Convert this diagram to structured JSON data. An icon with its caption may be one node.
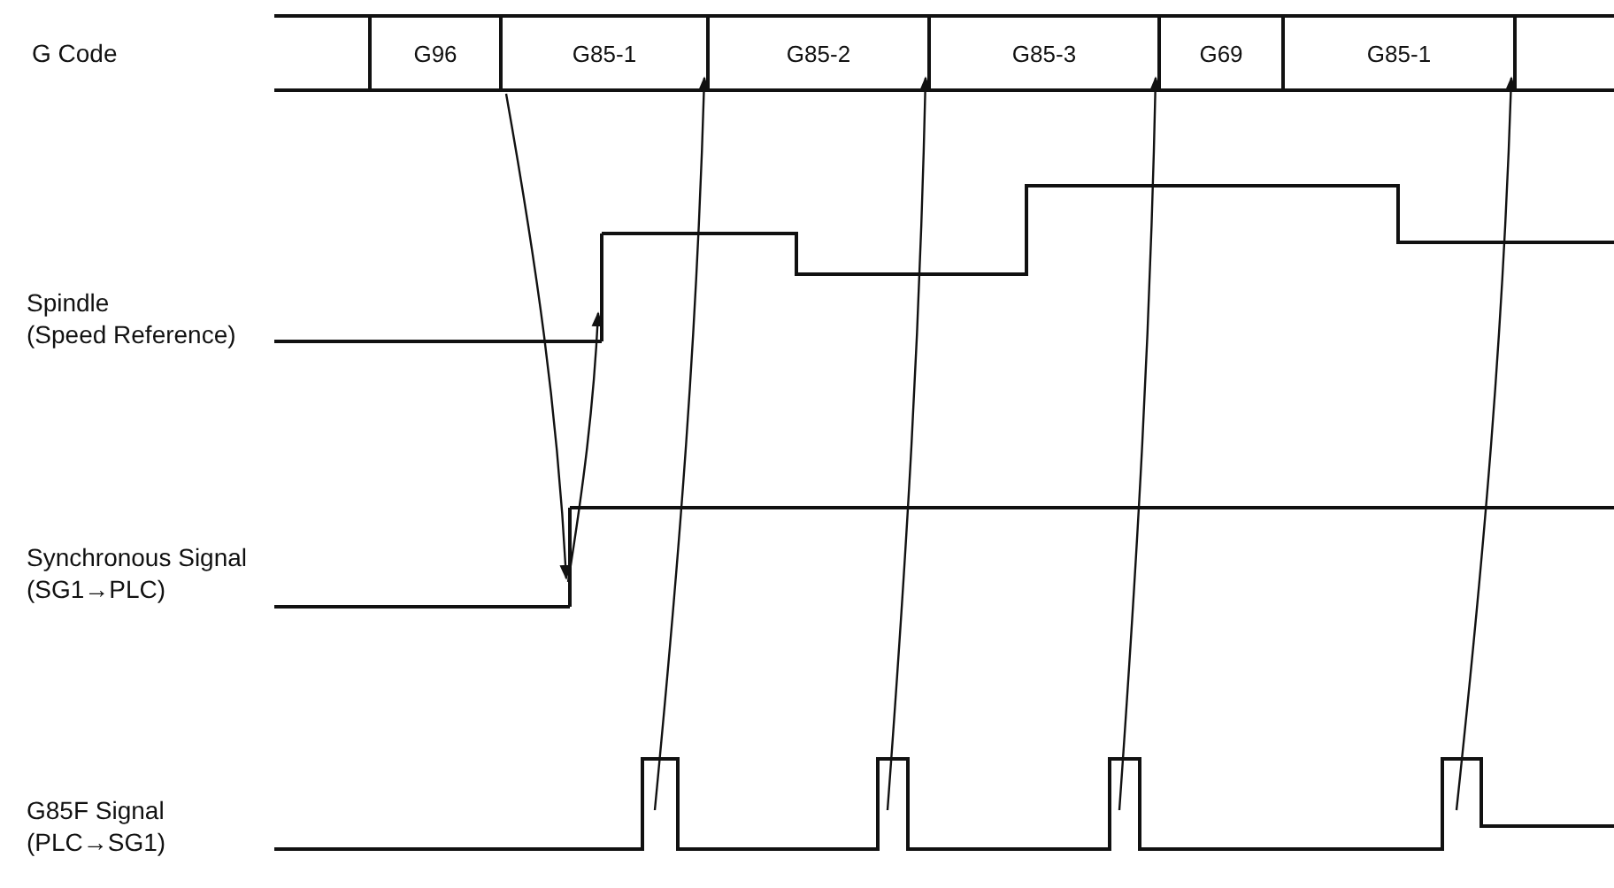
{
  "diagram": {
    "nodes": [
      {
        "text": [],
        "shape": "box"
      },
      {
        "text": [
          "G96"
        ]
      },
      {
        "text": [
          "G85-1"
        ]
      },
      {
        "text": [
          "G85-2"
        ]
      },
      {
        "text": [
          "G85-3"
        ]
      },
      {
        "text": [
          "G69"
        ]
      },
      {
        "text": [
          "G85-1"
        ]
      },
      {
        "text": [],
        "shape": "box"
      },
      {
        "text": [],
        "shape": "step"
      },
      {
        "text": [],
        "shape": "step"
      },
      {
        "text": [],
        "shape": "pulse"
      },
      {
        "text": [],
        "shape": "pulse"
      },
      {
        "text": [],
        "shape": "pulse"
      },
      {
        "text": [],
        "shape": "pulse"
      }
    ],
    "edges": [
      {
        "from": 1,
        "to": 9,
        "arrow": "to"
      },
      {
        "from": 9,
        "to": 8,
        "arrow": "to"
      },
      {
        "from": 10,
        "to": 3,
        "arrow": "to"
      },
      {
        "from": 11,
        "to": 4,
        "arrow": "to"
      },
      {
        "from": 12,
        "to": 5,
        "arrow": "to"
      },
      {
        "from": 13,
        "to": 7,
        "arrow": "to"
      }
    ],
    "labels": [
      "G Code",
      "Spindle (Speed Reference)",
      "Synchronous Signal (SG1→PLC)",
      "G85F Signal (PLC→SG1)"
    ]
  }
}
